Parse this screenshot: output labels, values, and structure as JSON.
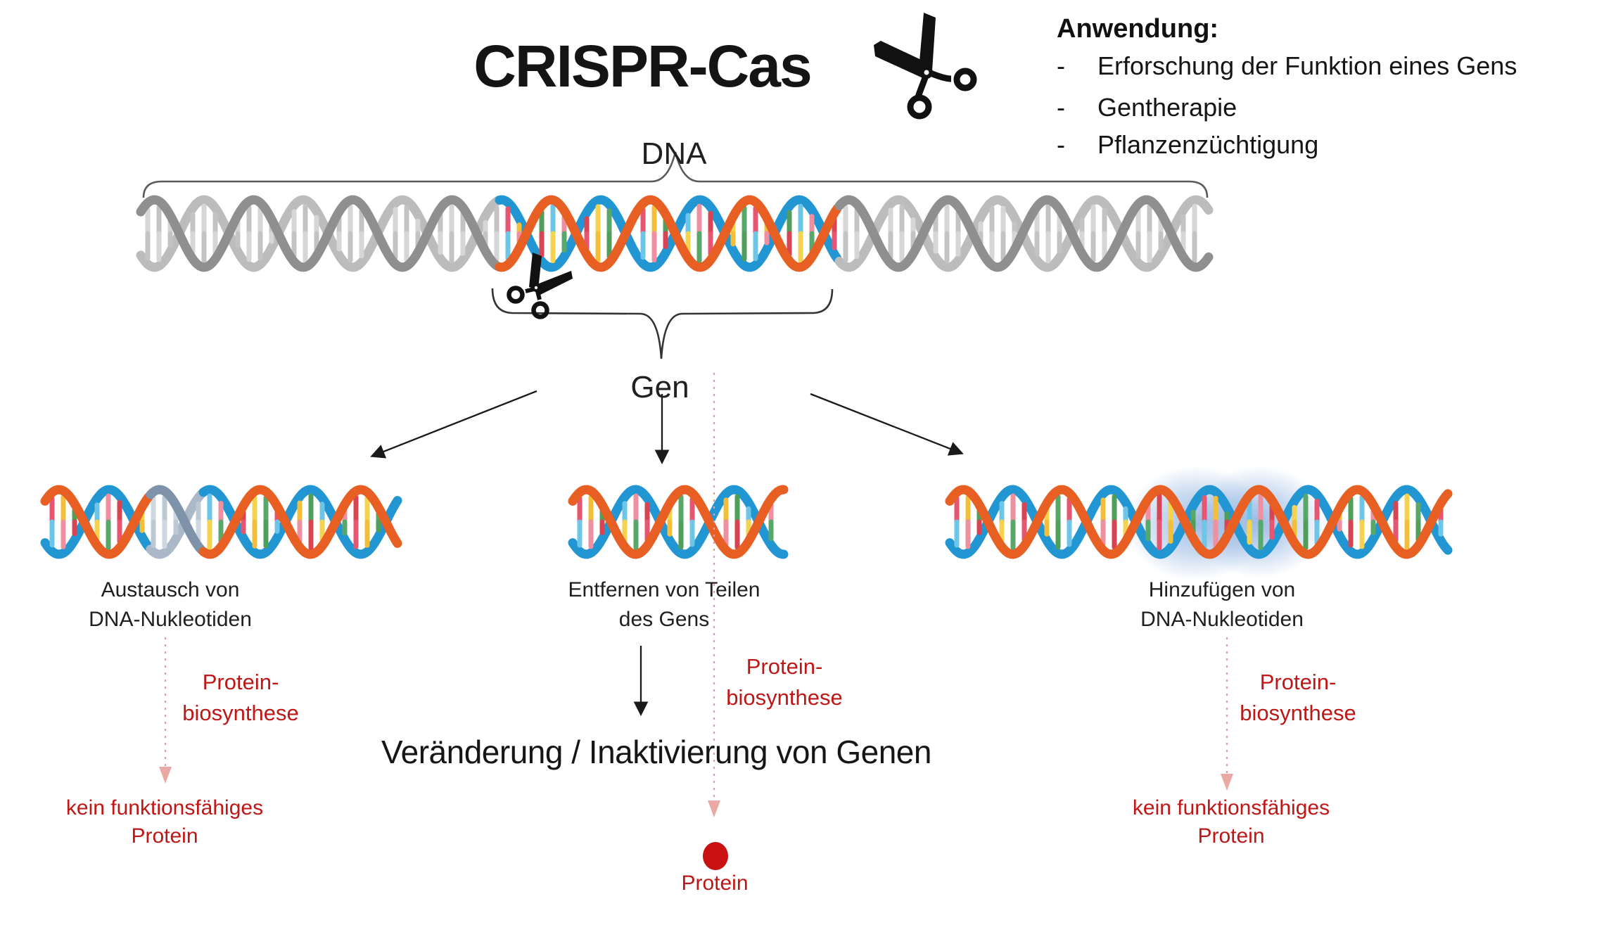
{
  "title": "CRISPR-Cas",
  "anwendung": {
    "heading": "Anwendung:",
    "bullet": "-",
    "items": [
      "Erforschung der Funktion eines Gens",
      "Gentherapie",
      "Pflanzenzüchtigung"
    ]
  },
  "labels": {
    "dna": "DNA",
    "gen": "Gen",
    "veraenderung": "Veränderung / Inaktivierung von Genen",
    "protein": "Protein"
  },
  "branches": {
    "left": {
      "line1": "Austausch von",
      "line2": "DNA-Nukleotiden"
    },
    "middle": {
      "line1": "Entfernen von Teilen",
      "line2": "des Gens"
    },
    "right": {
      "line1": "Hinzufügen von",
      "line2": "DNA-Nukleotiden"
    }
  },
  "protein_biosynthese": {
    "line1": "Protein-",
    "line2": "biosynthese"
  },
  "kein_protein": {
    "line1": "kein funktionsfähiges",
    "line2": "Protein"
  },
  "colors": {
    "red_text": "#bf1616",
    "dot_red": "#c91111",
    "dashed_pink": "#dc9f9b",
    "dashed_arrowhead": "#eaa9a4",
    "arrow_black": "#1a1a1a",
    "brace_gray": "#5a5a5a",
    "strand_blue": "#2196d3",
    "strand_orange": "#e75f22",
    "strand_gray": "#8f8f8f",
    "strand_gray_light": "#bcbcbc",
    "rung_gray": "#d6d6d6",
    "rung_gray2": "#c3c3c3",
    "swap_front": "#7e93aa",
    "swap_back": "#aab8c7",
    "swap_rung": "#bcc8d3",
    "swap_rung2": "#cfd8e0",
    "glow_blue": "#7fa8dc",
    "rung_palette": [
      "#e85570",
      "#f3bf3a",
      "#4f9e5a",
      "#6dc5e8",
      "#ef8fa0",
      "#d94452",
      "#f5d34f",
      "#58a86a"
    ]
  }
}
